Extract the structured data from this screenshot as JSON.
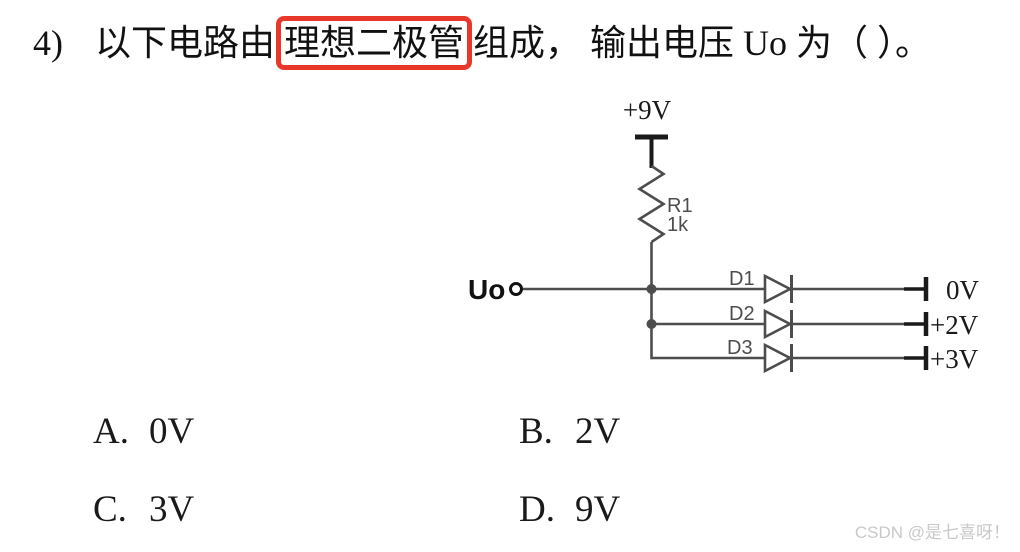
{
  "question": {
    "number": "4)",
    "text_before_box": "以下电路由",
    "boxed_text": "理想二极管",
    "text_after_box": "组成， 输出电压 Uo 为（ ）。"
  },
  "circuit": {
    "supply_label": "+9V",
    "resistor": {
      "name": "R1",
      "value": "1k"
    },
    "output_label": "Uo",
    "diodes": [
      {
        "name": "D1",
        "terminal": "0V"
      },
      {
        "name": "D2",
        "terminal": "+2V"
      },
      {
        "name": "D3",
        "terminal": "+3V"
      }
    ]
  },
  "options": [
    {
      "label": "A.",
      "value": "0V"
    },
    {
      "label": "B.",
      "value": "2V"
    },
    {
      "label": "C.",
      "value": "3V"
    },
    {
      "label": "D.",
      "value": "9V"
    }
  ],
  "watermark": "CSDN @是七喜呀！",
  "colors": {
    "highlight_box": "#e8382a",
    "wire": "#4d4d4d",
    "ink": "#1a1a1a",
    "watermark": "#c9c9c9"
  }
}
